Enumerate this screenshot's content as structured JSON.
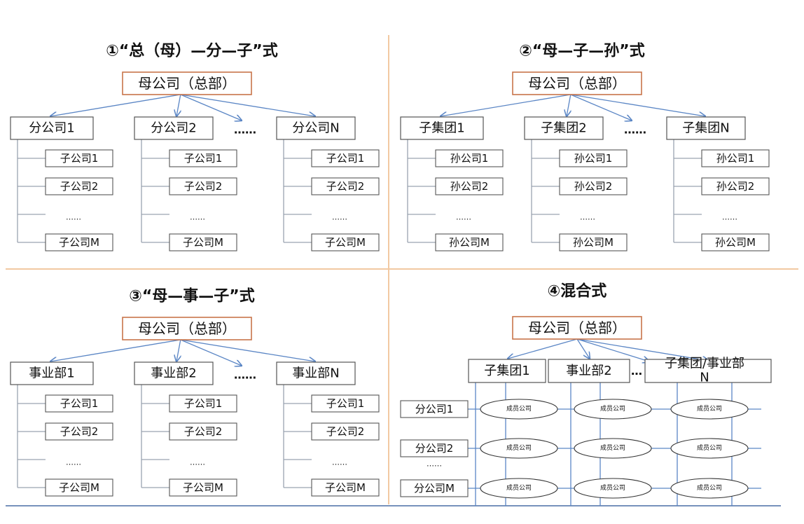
{
  "colors": {
    "divider": "#f2c9a2",
    "root_border": "#c8744a",
    "box_border": "#555555",
    "arrow": "#5b86c5",
    "tree_line": "#9aa3b0",
    "bottom_rule": "#4a6fa5"
  },
  "panels": [
    {
      "id": "panel-1",
      "title": "①“总（母）—分—子”式",
      "root": "母公司（总部）",
      "ellipsis": "……",
      "groups": [
        {
          "label": "分公司1",
          "children": [
            "子公司1",
            "子公司2",
            "……",
            "子公司M"
          ]
        },
        {
          "label": "分公司2",
          "children": [
            "子公司1",
            "子公司2",
            "……",
            "子公司M"
          ]
        },
        {
          "label": "分公司N",
          "children": [
            "子公司1",
            "子公司2",
            "……",
            "子公司M"
          ]
        }
      ]
    },
    {
      "id": "panel-2",
      "title": "②“母—子—孙”式",
      "root": "母公司（总部）",
      "ellipsis": "……",
      "groups": [
        {
          "label": "子集团1",
          "children": [
            "孙公司1",
            "孙公司2",
            "……",
            "孙公司M"
          ]
        },
        {
          "label": "子集团2",
          "children": [
            "孙公司1",
            "孙公司2",
            "……",
            "孙公司M"
          ]
        },
        {
          "label": "子集团N",
          "children": [
            "孙公司1",
            "孙公司2",
            "……",
            "孙公司M"
          ]
        }
      ]
    },
    {
      "id": "panel-3",
      "title": "③“母—事—子”式",
      "root": "母公司（总部）",
      "ellipsis": "……",
      "groups": [
        {
          "label": "事业部1",
          "children": [
            "子公司1",
            "子公司2",
            "……",
            "子公司M"
          ]
        },
        {
          "label": "事业部2",
          "children": [
            "子公司1",
            "子公司2",
            "……",
            "子公司M"
          ]
        },
        {
          "label": "事业部N",
          "children": [
            "子公司1",
            "子公司2",
            "……",
            "子公司M"
          ]
        }
      ]
    }
  ],
  "mixed": {
    "title": "④混合式",
    "root": "母公司（总部）",
    "tops": [
      "子集团1",
      "事业部2",
      "子集团/事业部",
      "N"
    ],
    "top_ellipsis": "…",
    "rows": [
      "分公司1",
      "分公司2",
      "分公司M"
    ],
    "row_ellipsis": "……",
    "cell_label": "成员公司"
  }
}
